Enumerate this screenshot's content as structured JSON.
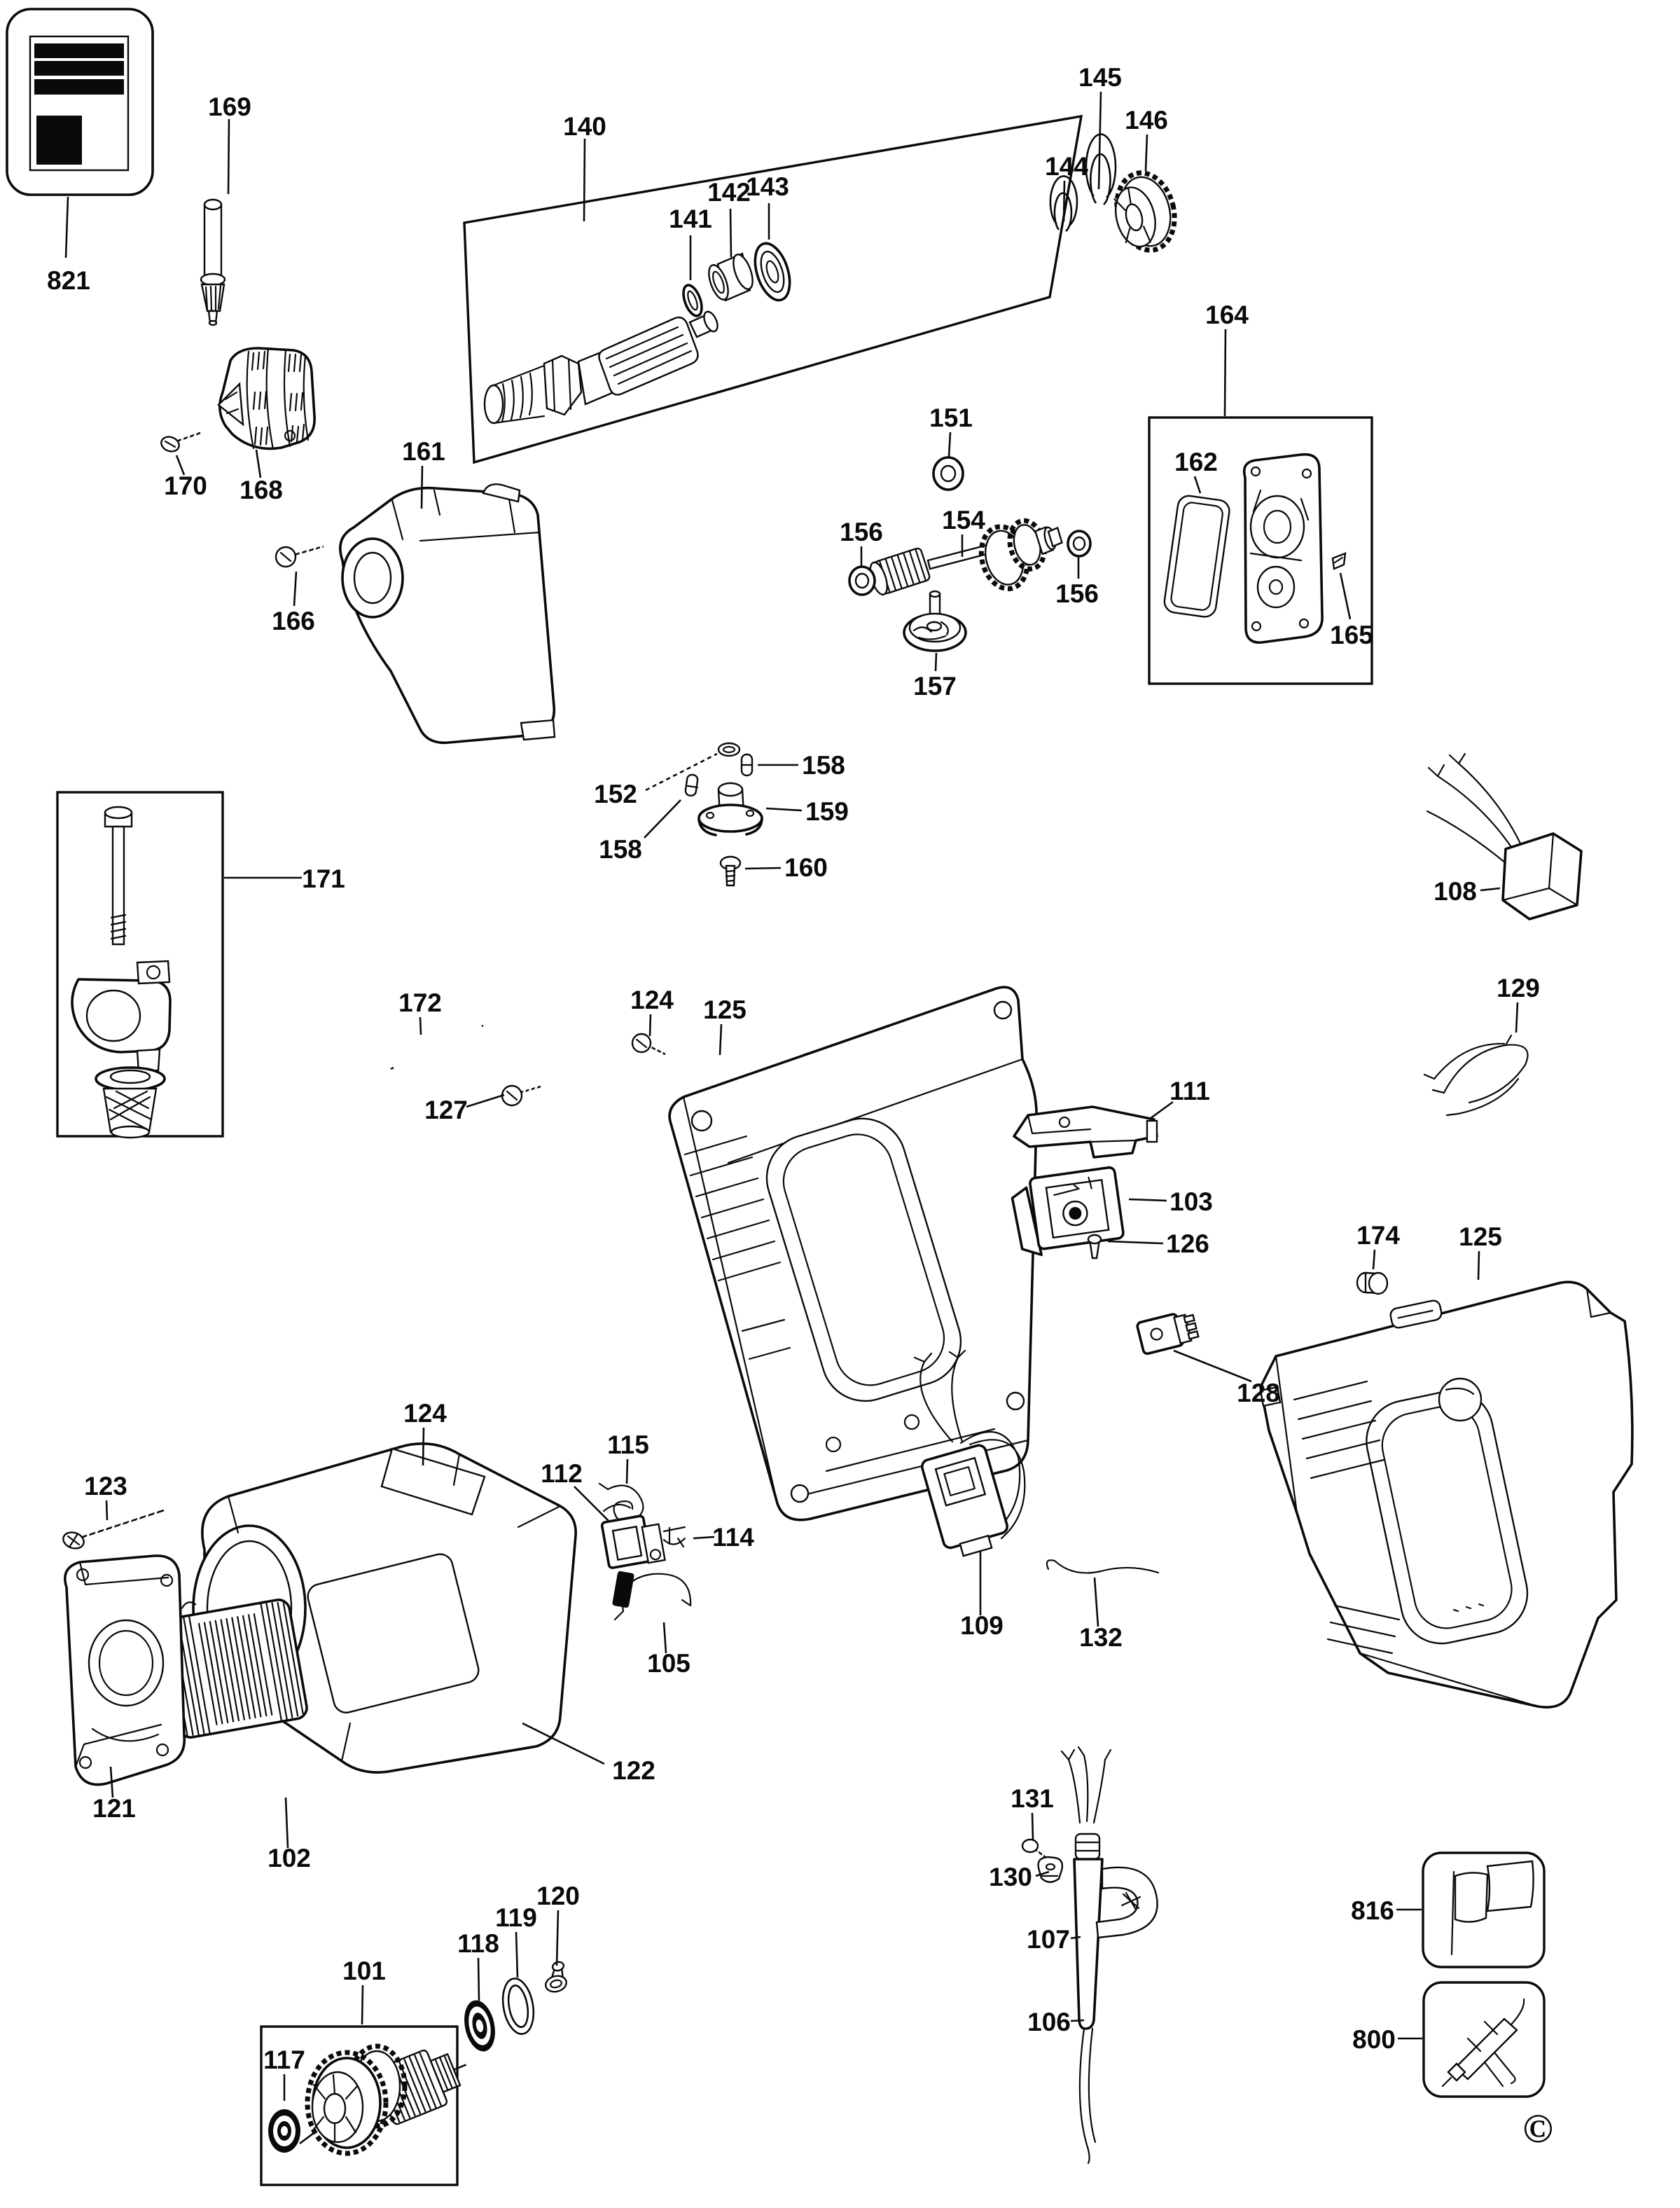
{
  "document": {
    "type": "exploded-parts-diagram",
    "background": "#ffffff",
    "ink_color": "#0a0a0a",
    "copyright_symbol": "©"
  },
  "icons": {
    "product_label": "label-icon",
    "flag": "flag-icon",
    "lubricant": "grease-applicator-icon"
  },
  "part_numbers": {
    "101": "101",
    "102": "102",
    "103": "103",
    "105": "105",
    "106": "106",
    "107": "107",
    "108": "108",
    "109": "109",
    "111": "111",
    "112": "112",
    "114": "114",
    "115": "115",
    "117": "117",
    "118": "118",
    "119": "119",
    "120": "120",
    "121": "121",
    "122": "122",
    "123": "123",
    "124": "124",
    "125": "125",
    "126": "126",
    "127": "127",
    "128": "128",
    "129": "129",
    "130": "130",
    "131": "131",
    "132": "132",
    "140": "140",
    "141": "141",
    "142": "142",
    "143": "143",
    "144": "144",
    "145": "145",
    "146": "146",
    "151": "151",
    "152": "152",
    "154": "154",
    "156": "156",
    "157": "157",
    "158": "158",
    "159": "159",
    "160": "160",
    "161": "161",
    "162": "162",
    "164": "164",
    "165": "165",
    "166": "166",
    "168": "168",
    "169": "169",
    "170": "170",
    "171": "171",
    "172": "172",
    "174": "174",
    "800": "800",
    "816": "816",
    "821": "821"
  }
}
